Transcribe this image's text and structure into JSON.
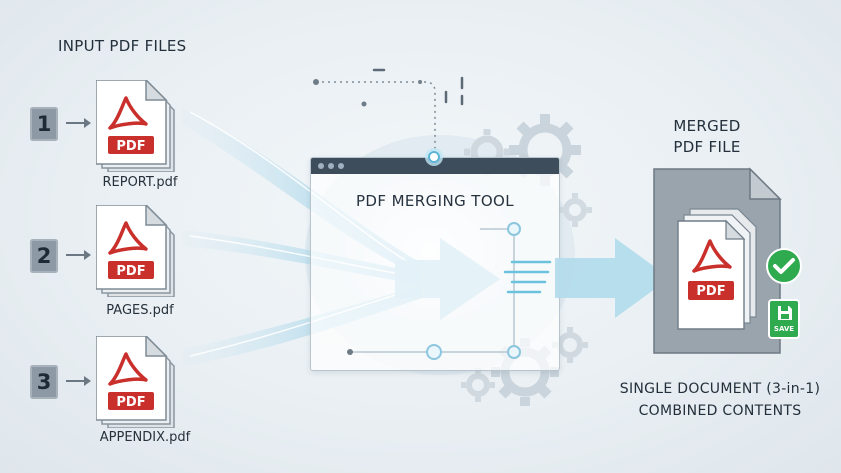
{
  "input": {
    "heading": "INPUT PDF FILES",
    "files": [
      {
        "number": "1",
        "name": "REPORT.pdf",
        "badge": "PDF"
      },
      {
        "number": "2",
        "name": "PAGES.pdf",
        "badge": "PDF"
      },
      {
        "number": "3",
        "name": "APPENDIX.pdf",
        "badge": "PDF"
      }
    ]
  },
  "tool": {
    "title": "PDF MERGING TOOL"
  },
  "output": {
    "heading_line1": "MERGED",
    "heading_line2": "PDF FILE",
    "badge": "PDF",
    "save_label": "SAVE",
    "caption_line1": "SINGLE DOCUMENT (3-in-1)",
    "caption_line2": "COMBINED CONTENTS"
  },
  "colors": {
    "pdf_red": "#c9302c",
    "flow_blue": "#a9d6ea",
    "check_green": "#2faa4f",
    "window_bar": "#3e4d5c"
  },
  "icons": [
    "acrobat-icon",
    "gear-icon",
    "checkmark-icon",
    "save-icon",
    "arrow-icon"
  ]
}
